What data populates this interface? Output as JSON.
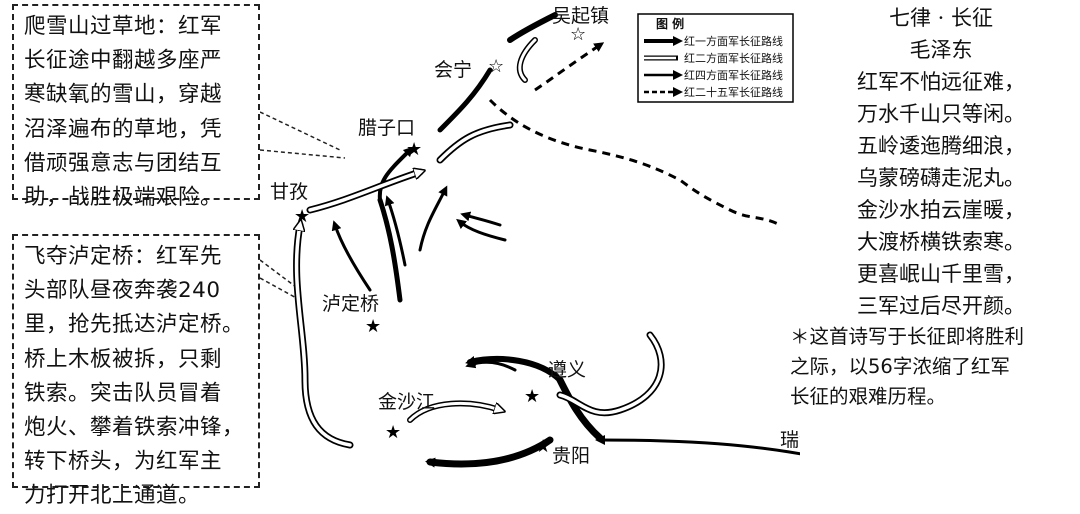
{
  "panels": {
    "snow_grass": {
      "lines": [
        "爬雪山过草地：红军",
        "长征途中翻越多座严",
        "寒缺氧的雪山，穿越",
        "沼泽遍布的草地，凭",
        "借顽强意志与团结互",
        "助，战胜极端艰险。"
      ]
    },
    "luding": {
      "lines": [
        "飞夺泸定桥：红军先",
        "头部队昼夜奔袭240",
        "里，抢先抵达泸定桥。",
        "桥上木板被拆，只剩",
        "铁索。突击队员冒着",
        "炮火、攀着铁索冲锋，",
        "转下桥头，为红军主",
        "力打开北上通道。"
      ]
    }
  },
  "map": {
    "places": {
      "wuqizhen": "吴起镇",
      "huining": "会宁",
      "lazikou": "腊子口",
      "ganzi": "甘孜",
      "luding": "泸定桥",
      "jinsha": "金沙江",
      "zunyi": "遵义",
      "guiyang": "贵阳",
      "ruijin": "瑞金"
    },
    "legend": {
      "title": "图  例",
      "items": [
        "红一方面军长征路线",
        "红二方面军长征路线",
        "红四方面军长征路线",
        "红二十五军长征路线"
      ]
    }
  },
  "poem": {
    "title": "七律 · 长征",
    "author": "毛泽东",
    "lines": [
      "红军不怕远征难，",
      "万水千山只等闲。",
      "五岭逶迤腾细浪，",
      "乌蒙磅礴走泥丸。",
      "金沙水拍云崖暖，",
      "大渡桥横铁索寒。",
      "更喜岷山千里雪，",
      "三军过后尽开颜。"
    ]
  },
  "note": {
    "lines": [
      "＊这首诗写于长征即将胜利",
      "之际，以56字浓缩了红军",
      "长征的艰难历程。"
    ]
  }
}
